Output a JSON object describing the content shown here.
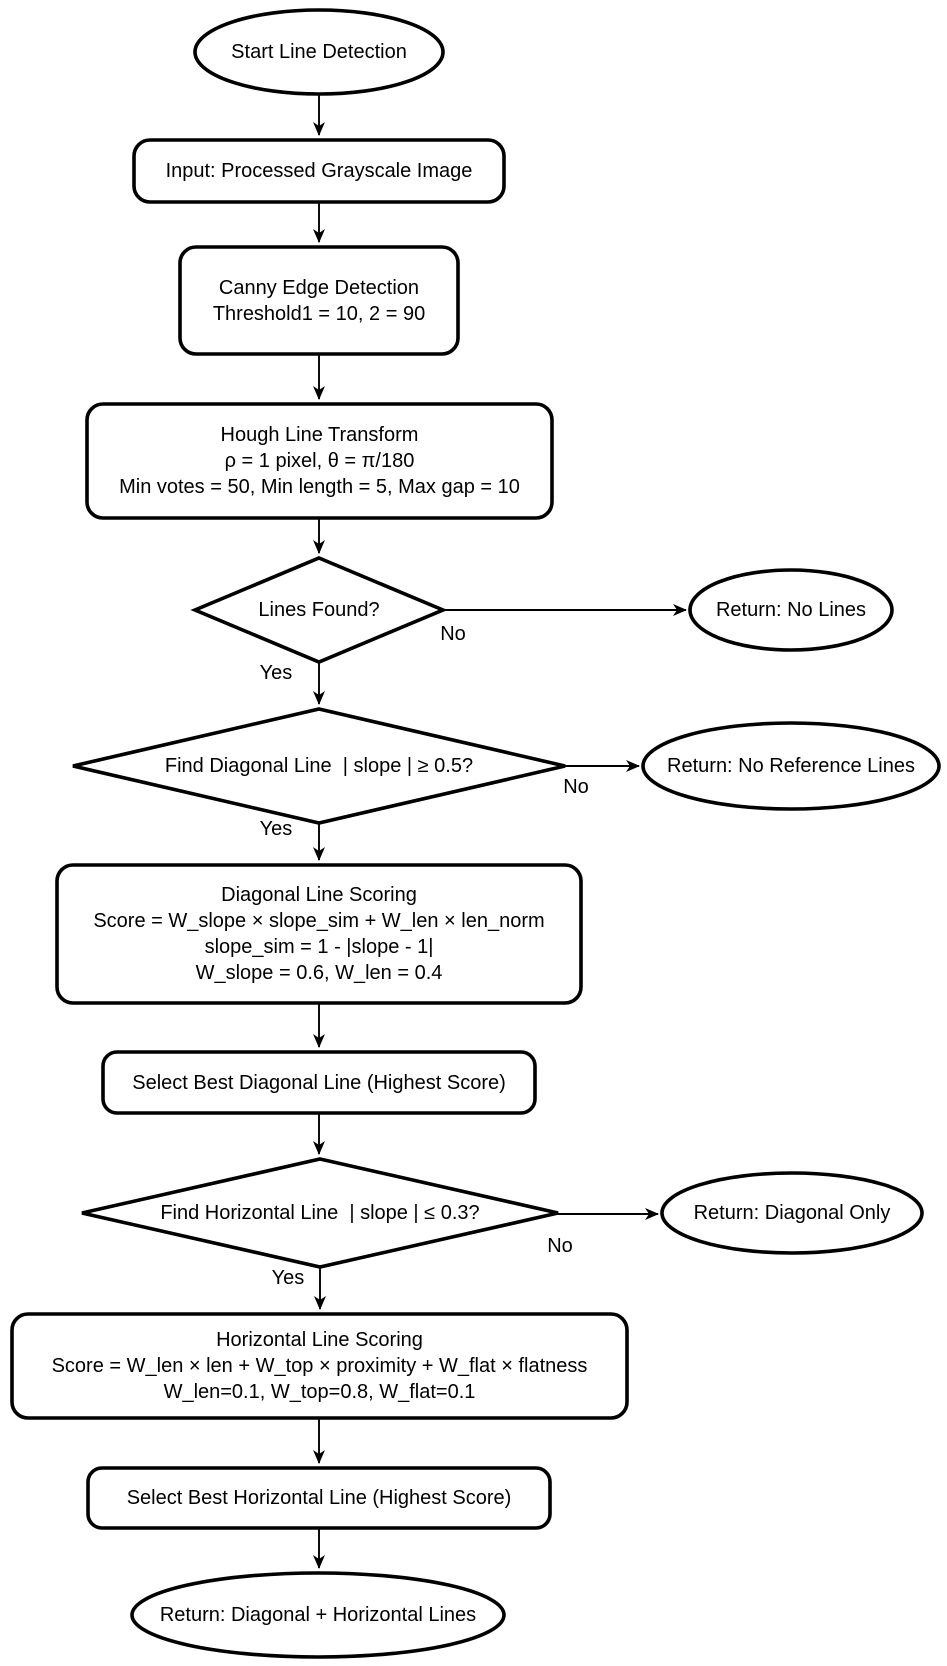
{
  "colors": {
    "background": "#ffffff",
    "stroke": "#000000",
    "text": "#000000"
  },
  "nodes": {
    "start": {
      "type": "terminator",
      "label": "Start Line Detection"
    },
    "input": {
      "type": "process",
      "label": "Input: Processed Grayscale Image"
    },
    "canny": {
      "type": "process",
      "lines": [
        "Canny Edge Detection",
        "Threshold1 = 10, 2 = 90"
      ]
    },
    "hough": {
      "type": "process",
      "lines": [
        "Hough Line Transform",
        "ρ = 1 pixel, θ = π/180",
        "Min votes = 50, Min length = 5, Max gap = 10"
      ]
    },
    "lines_found": {
      "type": "decision",
      "label": "Lines Found?"
    },
    "return_no_lines": {
      "type": "terminator",
      "label": "Return: No Lines"
    },
    "find_diagonal": {
      "type": "decision",
      "label": "Find Diagonal Line  | slope | ≥ 0.5?"
    },
    "return_no_reference": {
      "type": "terminator",
      "label": "Return: No Reference Lines"
    },
    "diagonal_scoring": {
      "type": "process",
      "lines": [
        "Diagonal Line Scoring",
        "Score = W_slope × slope_sim + W_len × len_norm",
        "slope_sim = 1 - |slope - 1|",
        "W_slope = 0.6, W_len = 0.4"
      ]
    },
    "select_diagonal": {
      "type": "process",
      "label": "Select Best Diagonal Line (Highest Score)"
    },
    "find_horizontal": {
      "type": "decision",
      "label": "Find Horizontal Line  | slope | ≤ 0.3?"
    },
    "return_diagonal_only": {
      "type": "terminator",
      "label": "Return: Diagonal Only"
    },
    "horizontal_scoring": {
      "type": "process",
      "lines": [
        "Horizontal Line Scoring",
        "Score = W_len × len + W_top × proximity + W_flat × flatness",
        "W_len=0.1, W_top=0.8, W_flat=0.1"
      ]
    },
    "select_horizontal": {
      "type": "process",
      "label": "Select Best Horizontal Line (Highest Score)"
    },
    "return_both": {
      "type": "terminator",
      "label": "Return: Diagonal + Horizontal Lines"
    }
  },
  "edges": {
    "lines_found_yes": {
      "label": "Yes"
    },
    "lines_found_no": {
      "label": "No"
    },
    "find_diagonal_yes": {
      "label": "Yes"
    },
    "find_diagonal_no": {
      "label": "No"
    },
    "find_horizontal_yes": {
      "label": "Yes"
    },
    "find_horizontal_no": {
      "label": "No"
    }
  }
}
